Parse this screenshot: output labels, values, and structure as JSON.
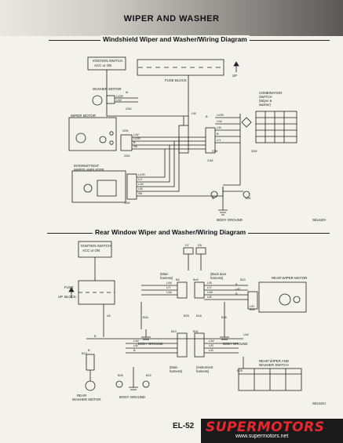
{
  "page": {
    "title": "WIPER AND WASHER",
    "number": "EL-52"
  },
  "front": {
    "title": "Windshield Wiper and Washer/Wiring Diagram",
    "labels": {
      "ign_switch": [
        "IGNITION SWITCH",
        "ACC or ON"
      ],
      "fuse_block": "FUSE BLOCK",
      "up": "UP",
      "washer_motor": "WASHER MOTOR",
      "wiper_motor": "WIPER MOTOR",
      "combination_switch": [
        "COMBINATION",
        "SWITCH",
        "(Wiper &",
        "washer)"
      ],
      "amplifier": [
        "INTERMITTENT",
        "WIPER AMPLIFIER"
      ],
      "body_ground": "BODY GROUND"
    },
    "wire_codes": [
      "L/OR",
      "L/W",
      "L/B",
      "B",
      "L/Y",
      "L/W",
      "L/OR",
      "B",
      "SB",
      "L/OR",
      "L/Y",
      "L/W",
      "L/B",
      "SB",
      "L/OR",
      "L/W",
      "L/B",
      "B"
    ],
    "connectors": [
      "M",
      "22M",
      "22M",
      "22M",
      "22M",
      "27M",
      "21M",
      "32M",
      "12M",
      "M"
    ],
    "code": "SEL520I"
  },
  "rear": {
    "title": "Rear Window Wiper and Washer/Wiring Diagram",
    "labels": {
      "ign_switch": [
        "IGNITION SWITCH",
        "ACC or ON"
      ],
      "fuse_block": [
        "FUSE",
        "BLOCK"
      ],
      "up": "UP",
      "main_harness": [
        "(Main",
        "harness)"
      ],
      "back_door_harness": [
        "(Back door",
        "harness)"
      ],
      "rear_wiper_motor": "REAR WIPER MOTOR",
      "body_ground": "BODY GROUND",
      "instrument_harness": [
        "(Instrument",
        "harness)"
      ],
      "rear_switch": [
        "REAR WIPER AND",
        "WASHER SWITCH"
      ],
      "rear_washer_motor": [
        "REAR",
        "WASHER MOTOR"
      ]
    },
    "wire_codes": [
      "L/W",
      "L/Y",
      "L/W",
      "L/B",
      "L/Y",
      "L/W",
      "L/B",
      "B",
      "L/R",
      "B",
      "L/W",
      "L/B",
      "B",
      "L/W",
      "L/R",
      "L/B",
      "B",
      "L/W",
      "L/R",
      "B",
      "LB"
    ],
    "connectors": [
      "D7",
      "D5",
      "B6",
      "B49",
      "B20",
      "B50",
      "B34",
      "B36",
      "B25",
      "B16",
      "B10",
      "B31",
      "B28",
      "B12",
      "B35",
      "B22"
    ],
    "code": "SEL521I"
  },
  "watermark": {
    "brand": "SUPERMOTORS",
    "url": "www.supermotors.net"
  }
}
